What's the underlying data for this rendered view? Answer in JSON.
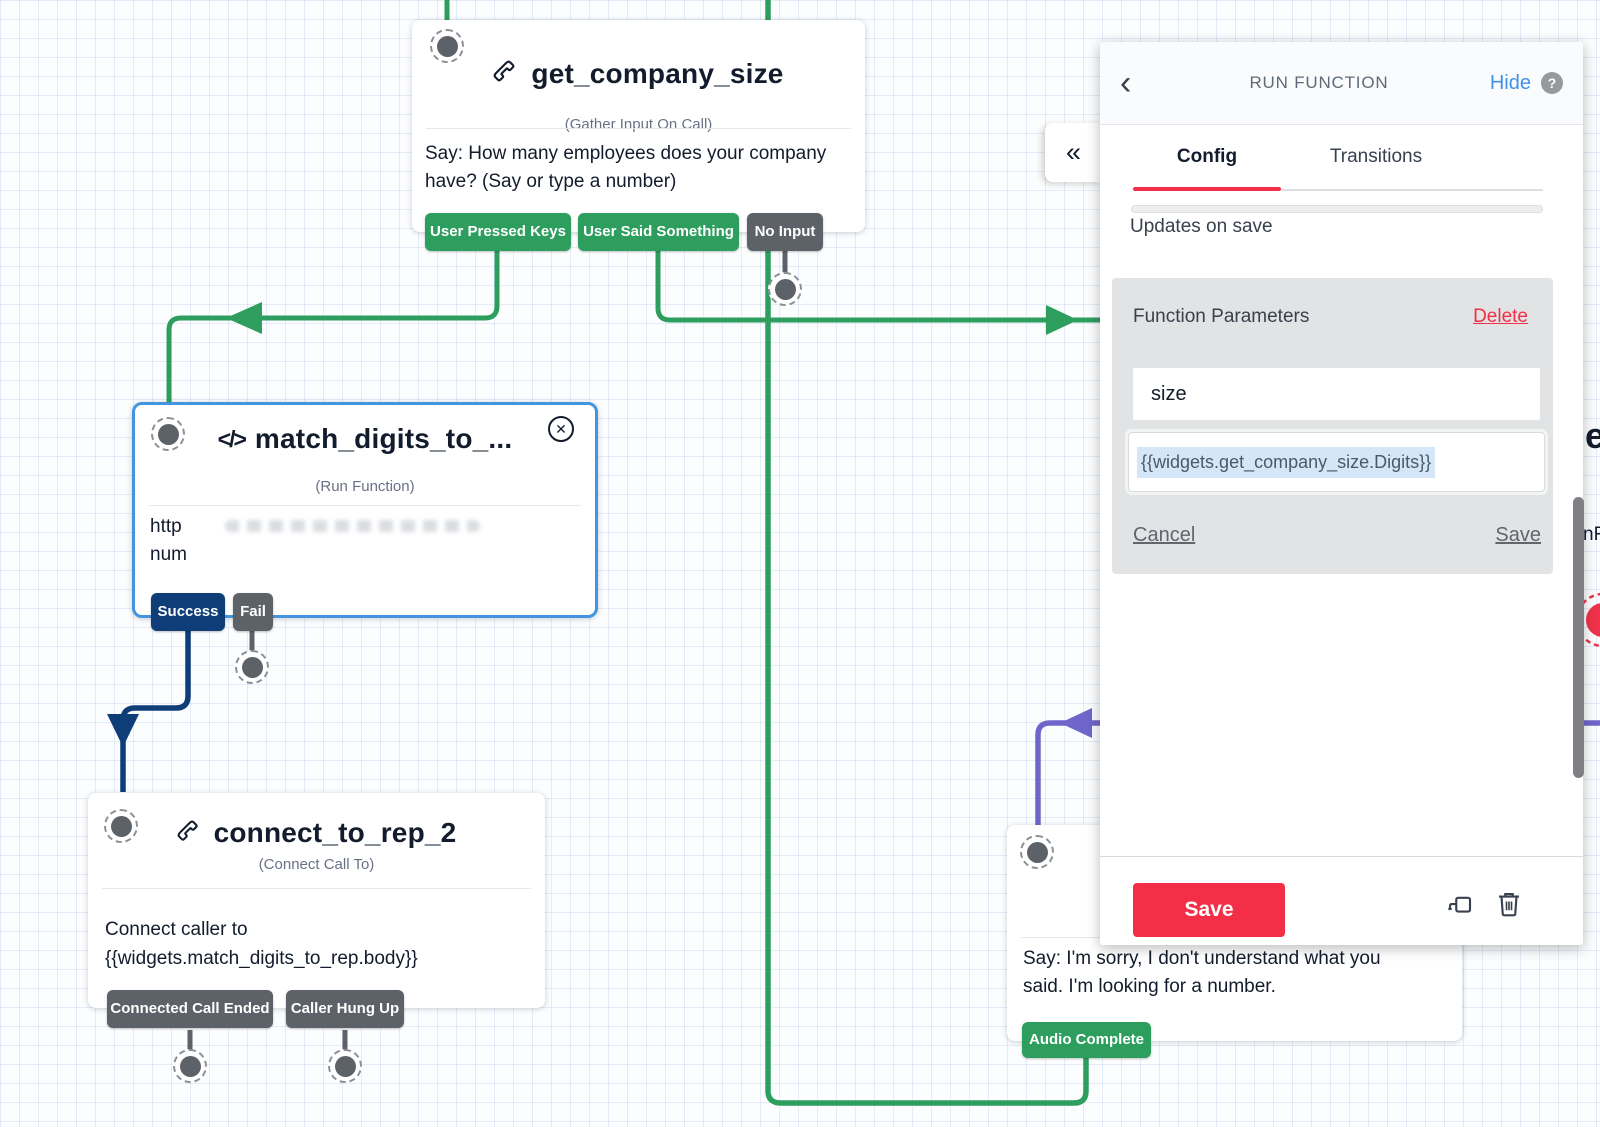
{
  "widgets": {
    "gather": {
      "title": "get_company_size",
      "type_label": "(Gather Input On Call)",
      "body": "Say: How many employees does your company have? (Say or type a number)",
      "btn_pressed": "User Pressed Keys",
      "btn_said": "User Said Something",
      "btn_noinput": "No Input"
    },
    "run_function": {
      "title": "match_digits_to_...",
      "type_label": "(Run Function)",
      "line1": "http",
      "line2": "num",
      "btn_success": "Success",
      "btn_fail": "Fail"
    },
    "connect": {
      "title": "connect_to_rep_2",
      "type_label": "(Connect Call To)",
      "body_line1": "Connect caller to",
      "body_line2": "{{widgets.match_digits_to_rep.body}}",
      "btn_ended": "Connected Call Ended",
      "btn_hungup": "Caller Hung Up"
    },
    "say": {
      "body_line1": "Say: I'm sorry, I don't understand what you",
      "body_line2": "said. I'm looking for a number.",
      "btn_audio": "Audio Complete"
    }
  },
  "panel": {
    "title": "RUN FUNCTION",
    "hide_label": "Hide",
    "tab_config": "Config",
    "tab_transitions": "Transitions",
    "updates_note": "Updates on save",
    "params_heading": "Function Parameters",
    "delete_label": "Delete",
    "param_key": "size",
    "param_value": "{{widgets.get_company_size.Digits}}",
    "cancel_label": "Cancel",
    "save_link_label": "Save",
    "save_button_label": "Save"
  },
  "glyphs": {
    "code": "</>",
    "collapse": "«",
    "back": "‹",
    "close": "✕",
    "help": "?"
  },
  "fragments": {
    "edge_letter": "e",
    "edge_text": "nR"
  },
  "colors": {
    "green": "#2E9E5F",
    "navy": "#0E3D77",
    "gray_button": "#5D6269",
    "purple": "#6F66C9",
    "red": "#F22F46",
    "selection_border_blue": "#4495DF",
    "link_blue": "#4293E6",
    "ink": "#121C2D"
  }
}
